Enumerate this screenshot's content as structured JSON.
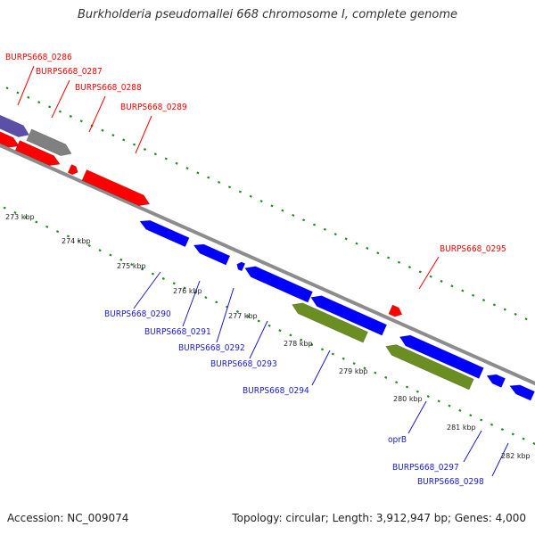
{
  "title": "Burkholderia pseudomallei 668 chromosome I, complete genome",
  "footer": {
    "accession": "Accession: NC_009074",
    "summary": "Topology: circular; Length: 3,912,947 bp; Genes: 4,000"
  },
  "colors": {
    "forward_gene": "#ff0000",
    "reverse_gene": "#0000ff",
    "rna_gene": "#6b8e23",
    "other_gene": "#808080",
    "purple_gene": "#5b4fa8",
    "tick_dots": "#228b22",
    "backbone": "#8c8c8c"
  },
  "ticks": [
    "273 kbp",
    "274 kbp",
    "275 kbp",
    "276 kbp",
    "277 kbp",
    "278 kbp",
    "279 kbp",
    "280 kbp",
    "281 kbp",
    "282 kbp"
  ],
  "gene_labels": [
    {
      "text": "BURPS668_0286",
      "strand": "forward"
    },
    {
      "text": "BURPS668_0287",
      "strand": "forward"
    },
    {
      "text": "BURPS668_0288",
      "strand": "forward"
    },
    {
      "text": "BURPS668_0289",
      "strand": "forward"
    },
    {
      "text": "BURPS668_0295",
      "strand": "forward"
    },
    {
      "text": "BURPS668_0290",
      "strand": "reverse"
    },
    {
      "text": "BURPS668_0291",
      "strand": "reverse"
    },
    {
      "text": "BURPS668_0292",
      "strand": "reverse"
    },
    {
      "text": "BURPS668_0293",
      "strand": "reverse"
    },
    {
      "text": "BURPS668_0294",
      "strand": "reverse"
    },
    {
      "text": "oprB",
      "strand": "reverse"
    },
    {
      "text": "BURPS668_0297",
      "strand": "reverse"
    },
    {
      "text": "BURPS668_0298",
      "strand": "reverse"
    }
  ]
}
